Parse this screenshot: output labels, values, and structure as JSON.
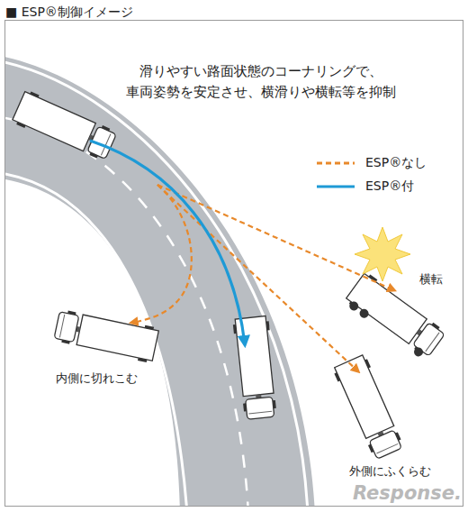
{
  "diagram": {
    "title": "■ ESP®制御イメージ",
    "labels": [
      "滑りやすい路面状態のコーナリングで、 車両姿勢を安定させ、横滑りや横転等を抑制",
      "横転",
      "内側に切れこむ",
      "外側にふくらむ",
      "Response."
    ],
    "legend": [
      {
        "text": "ESP®なし"
      },
      {
        "text": "ESP®付"
      }
    ]
  }
}
